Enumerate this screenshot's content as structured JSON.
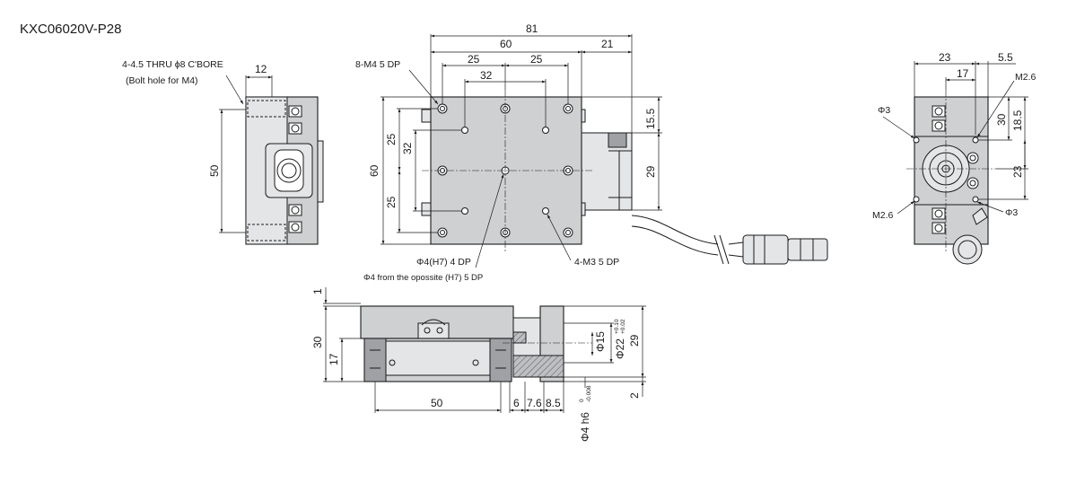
{
  "title": "KXC06020V-P28",
  "left_view": {
    "note_line1": "4-4.5 THRU ϕ8 C'BORE",
    "note_line2": "(Bolt hole for M4)",
    "dim_top": "12",
    "dim_height": "50"
  },
  "top_view": {
    "dim_81": "81",
    "dim_60_top": "60",
    "dim_21": "21",
    "dim_25a": "25",
    "dim_25b": "25",
    "dim_32_top": "32",
    "label_holes_m4": "8-M4 5 DP",
    "dim_60_left": "60",
    "dim_25_left_a": "25",
    "dim_32_left": "32",
    "dim_25_left_b": "25",
    "dim_15_5": "15.5",
    "dim_29": "29",
    "label_pin_hole": "Φ4(H7) 4 DP",
    "label_pin_hole_opposite": "Φ4 from the opossite (H7) 5 DP",
    "label_holes_m3": "4-M3 5 DP"
  },
  "right_view": {
    "dim_23_top": "23",
    "dim_5_5": "5.5",
    "dim_17": "17",
    "label_m2_6_top": "M2.6",
    "label_phi3_left": "Φ3",
    "dim_30": "30",
    "dim_18_5": "18.5",
    "dim_23_right": "23",
    "label_m2_6_bottom": "M2.6",
    "label_phi3_bottom": "Φ3"
  },
  "front_view": {
    "dim_1": "1",
    "dim_30": "30",
    "dim_17": "17",
    "dim_50": "50",
    "dim_6": "6",
    "dim_7_6": "7.6",
    "dim_8_5": "8.5",
    "dim_phi15": "Φ15",
    "dim_phi22": "Φ22",
    "tol_phi22_upper": "+0.10",
    "tol_phi22_lower": "+0.02",
    "dim_29": "29",
    "dim_2": "2",
    "dim_phi4_h6": "Φ4 h6",
    "tol_phi4_h6_upper": "0",
    "tol_phi4_h6_lower": "-0.008"
  }
}
